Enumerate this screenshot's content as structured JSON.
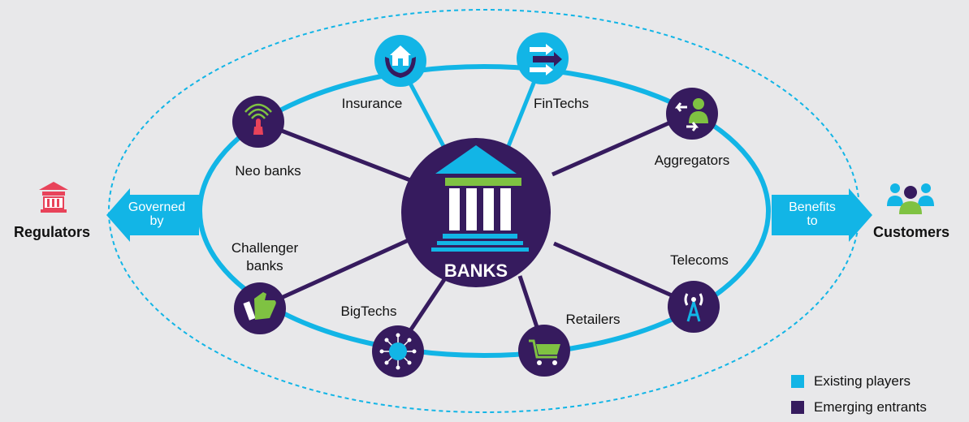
{
  "center": {
    "label": "BANKS"
  },
  "nodes": [
    {
      "id": "insurance",
      "label": "Insurance",
      "kind": "existing",
      "icon": "house-hands-icon"
    },
    {
      "id": "fintechs",
      "label": "FinTechs",
      "kind": "existing",
      "icon": "arrows-icon"
    },
    {
      "id": "aggregators",
      "label": "Aggregators",
      "kind": "emerging",
      "icon": "user-exchange-icon"
    },
    {
      "id": "telecoms",
      "label": "Telecoms",
      "kind": "emerging",
      "icon": "antenna-icon"
    },
    {
      "id": "retailers",
      "label": "Retailers",
      "kind": "emerging",
      "icon": "cart-icon"
    },
    {
      "id": "bigtechs",
      "label": "BigTechs",
      "kind": "emerging",
      "icon": "network-globe-icon"
    },
    {
      "id": "challenger",
      "label": "Challenger banks",
      "label_line1": "Challenger",
      "label_line2": "banks",
      "kind": "emerging",
      "icon": "thumbs-up-icon"
    },
    {
      "id": "neobanks",
      "label": "Neo banks",
      "kind": "emerging",
      "icon": "touch-signal-icon"
    }
  ],
  "left": {
    "arrow_line1": "Governed",
    "arrow_line2": "by",
    "title": "Regulators",
    "icon": "bank-building-icon"
  },
  "right": {
    "arrow_line1": "Benefits",
    "arrow_line2": "to",
    "title": "Customers",
    "icon": "people-group-icon"
  },
  "legend": [
    {
      "label": "Existing players",
      "color": "#12b5e6"
    },
    {
      "label": "Emerging entrants",
      "color": "#361b5e"
    }
  ],
  "colors": {
    "existing": "#12b5e6",
    "emerging": "#361b5e",
    "background": "#e8e8ea",
    "green": "#7fc242",
    "red": "#e8435a"
  }
}
